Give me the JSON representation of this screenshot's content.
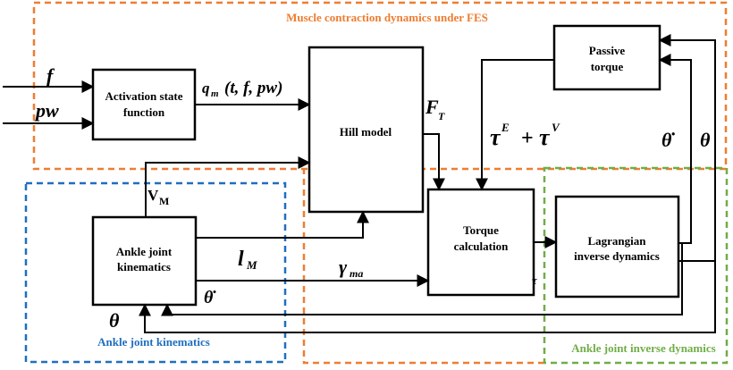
{
  "regions": {
    "muscle": {
      "label": "Muscle contraction dynamics under FES",
      "color": "#ee7d31"
    },
    "kinematics": {
      "label": "Ankle joint kinematics",
      "color": "#1f6fbf"
    },
    "inverse": {
      "label": "Ankle joint inverse dynamics",
      "color": "#70ad47"
    }
  },
  "blocks": {
    "activation": [
      "Activation state",
      "function"
    ],
    "hill": [
      "Hill model"
    ],
    "passive": [
      "Passive",
      "torque"
    ],
    "torque": [
      "Torque",
      "calculation"
    ],
    "kinematics": [
      "Ankle joint",
      "kinematics"
    ],
    "lagrangian": [
      "Lagrangian",
      "inverse dynamics"
    ]
  },
  "signals": {
    "f": "f",
    "pw": "pw",
    "qm": "q",
    "qm_sub": "m",
    "qm_args": "(t, f, pw)",
    "ft": "F",
    "ft_sub": "T",
    "vm": "V",
    "vm_sub": "M",
    "lm": "l",
    "lm_sub": "M",
    "gamma": "γ",
    "gamma_sub": "ma",
    "tau_e": "τ",
    "tau_e_sup": "E",
    "plus": "+",
    "tau_v": "τ",
    "tau_v_sup": "V",
    "tau": "τ",
    "theta_dot": "θ̇",
    "theta": "θ"
  }
}
